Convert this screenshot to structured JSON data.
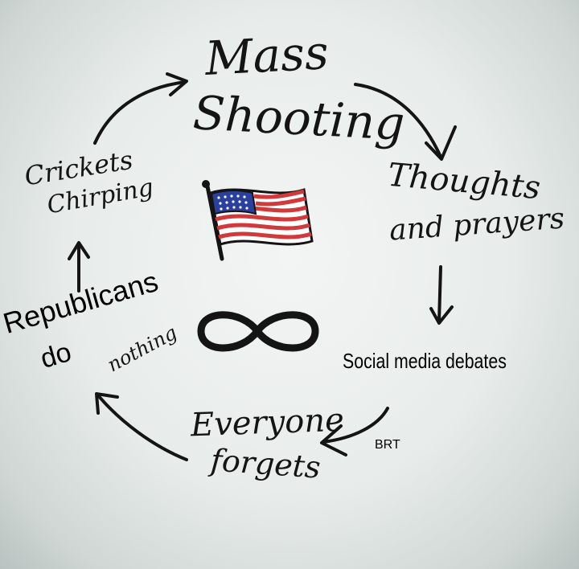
{
  "steps": {
    "mass": "Mass",
    "shooting": "Shooting",
    "thoughts": "Thoughts",
    "prayers": "and prayers",
    "social_media": "Social media debates",
    "everyone": "Everyone",
    "forgets": "forgets",
    "republicans": "Republicans",
    "do": "do",
    "nothing": "nothing",
    "crickets": "Crickets",
    "chirping": "Chirping"
  },
  "watermark": "BRT",
  "colors": {
    "ink": "#141414",
    "flag_red": "#d03a3a",
    "flag_blue": "#2b3f9e"
  },
  "icons": [
    "us-flag-icon",
    "infinity-icon"
  ]
}
